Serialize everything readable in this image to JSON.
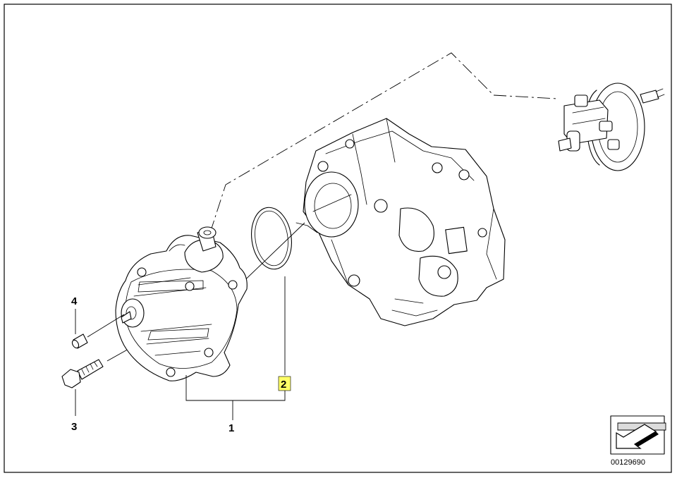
{
  "callouts": {
    "part_1": "1",
    "part_2": "2",
    "part_3": "3",
    "part_4": "4"
  },
  "highlighted_callout": "2",
  "highlight_color": "#ffff66",
  "diagram_id": "00129690",
  "icons": {
    "nav": "arrow-icon"
  }
}
